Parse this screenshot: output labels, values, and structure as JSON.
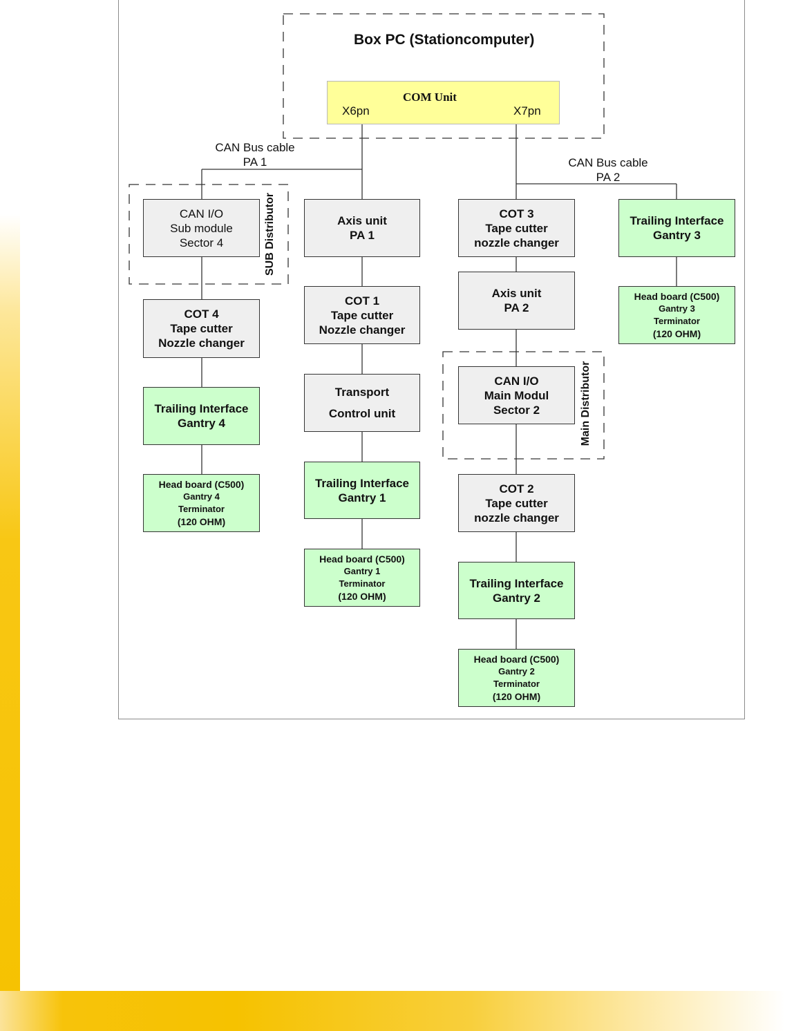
{
  "diagram": {
    "box_pc_title": "Box PC (Stationcomputer)",
    "com_unit": {
      "title": "COM Unit",
      "port_left": "X6pn",
      "port_right": "X7pn"
    },
    "bus_left": {
      "line1": "CAN Bus cable",
      "line2": "PA 1"
    },
    "bus_right": {
      "line1": "CAN Bus cable",
      "line2": "PA 2"
    },
    "sub_distributor_label": "SUB Distributor",
    "main_distributor_label": "Main Distributor",
    "can_io_sub": {
      "line1": "CAN I/O",
      "line2": "Sub module",
      "line3": "Sector 4"
    },
    "cot4": {
      "line1": "COT 4",
      "line2": "Tape cutter",
      "line3": "Nozzle changer"
    },
    "trailing4": {
      "line1": "Trailing Interface",
      "line2": "Gantry  4"
    },
    "head4": {
      "line1": "Head board (C500)",
      "line2": "Gantry  4",
      "line3": "Terminator",
      "line4": "(120 OHM)"
    },
    "axis1": {
      "line1": "Axis unit",
      "line2": "PA 1"
    },
    "cot1": {
      "line1": "COT 1",
      "line2": "Tape cutter",
      "line3": "Nozzle changer"
    },
    "transport": {
      "line1": "Transport",
      "line2": "Control unit"
    },
    "trailing1": {
      "line1": "Trailing Interface",
      "line2": "Gantry  1"
    },
    "head1": {
      "line1": "Head board (C500)",
      "line2": "Gantry  1",
      "line3": "Terminator",
      "line4": "(120 OHM)"
    },
    "cot3": {
      "line1": "COT 3",
      "line2": "Tape cutter",
      "line3": "nozzle changer"
    },
    "axis2": {
      "line1": "Axis unit",
      "line2": "PA 2"
    },
    "can_io_main": {
      "line1": "CAN I/O",
      "line2": "Main Modul",
      "line3": "Sector 2"
    },
    "cot2": {
      "line1": "COT 2",
      "line2": "Tape cutter",
      "line3": "nozzle changer"
    },
    "trailing2": {
      "line1": "Trailing Interface",
      "line2": "Gantry  2"
    },
    "head2": {
      "line1": "Head board (C500)",
      "line2": "Gantry  2",
      "line3": "Terminator",
      "line4": "(120 OHM)"
    },
    "trailing3": {
      "line1": "Trailing  Interface",
      "line2": "Gantry 3"
    },
    "head3": {
      "line1": "Head board (C500)",
      "line2": "Gantry  3",
      "line3": "Terminator",
      "line4": "(120 OHM)"
    }
  },
  "colors": {
    "green_box": "#ccffcc",
    "gray_box": "#efefef",
    "com_box": "#ffff99",
    "accent": "#f6c200"
  }
}
